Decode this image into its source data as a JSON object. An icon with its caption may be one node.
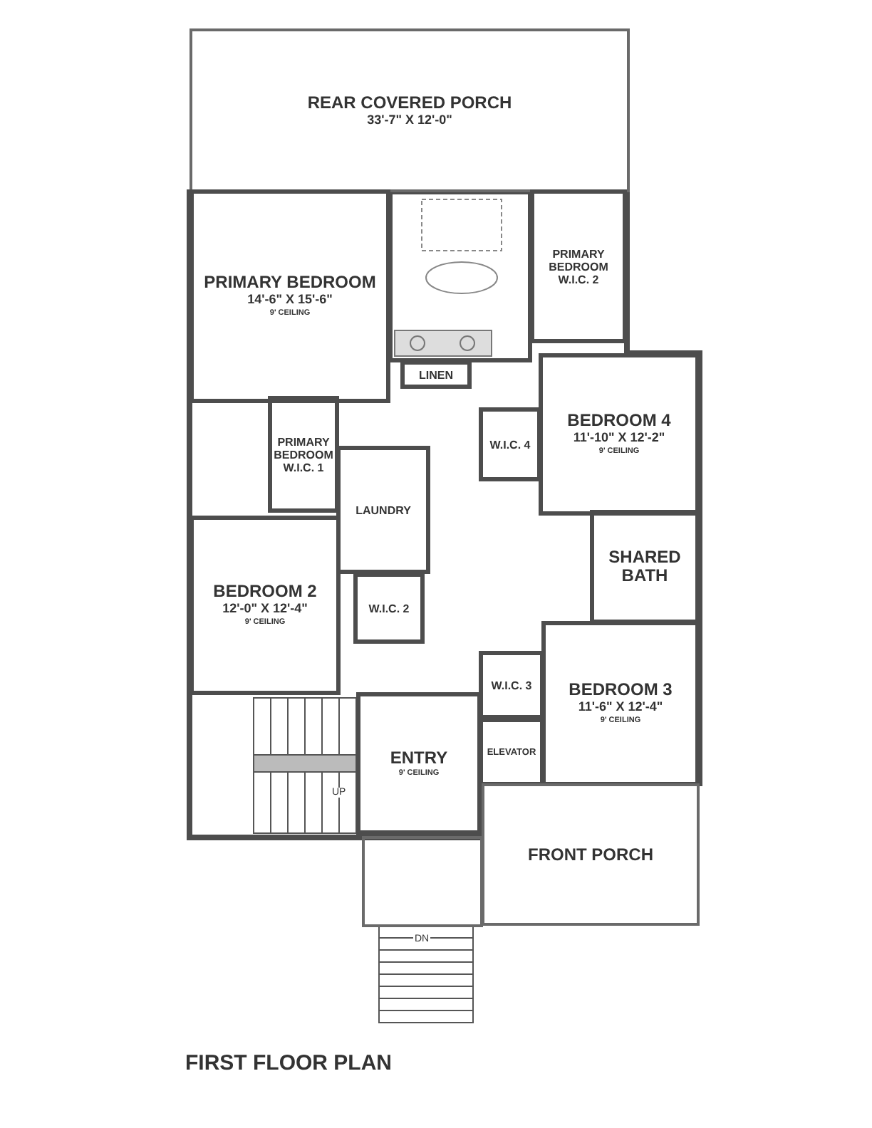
{
  "diagram": {
    "title": "FIRST FLOOR PLAN",
    "nodes": [
      {
        "text": [
          "REAR COVERED PORCH",
          "33'-7\" X 12'-0\""
        ]
      },
      {
        "text": [
          "PRIMARY BEDROOM",
          "14'-6\" X 15'-6\"",
          "9' CEILING"
        ]
      },
      {
        "text": [
          "PRIMARY BEDROOM W.I.C. 2"
        ]
      },
      {
        "text": [
          "LINEN"
        ]
      },
      {
        "text": [
          "BEDROOM 4",
          "11'-10\" X 12'-2\"",
          "9' CEILING"
        ]
      },
      {
        "text": [
          "PRIMARY BEDROOM W.I.C. 1"
        ]
      },
      {
        "text": [
          "W.I.C. 4"
        ]
      },
      {
        "text": [
          "LAUNDRY"
        ]
      },
      {
        "text": [
          "SHARED BATH"
        ]
      },
      {
        "text": [
          "BEDROOM 2",
          "12'-0\" X 12'-4\"",
          "9' CEILING"
        ]
      },
      {
        "text": [
          "W.I.C. 2"
        ]
      },
      {
        "text": [
          "W.I.C. 3"
        ]
      },
      {
        "text": [
          "BEDROOM 3",
          "11'-6\" X 12'-4\"",
          "9' CEILING"
        ]
      },
      {
        "text": [
          "ENTRY",
          "9' CEILING"
        ]
      },
      {
        "text": [
          "ELEVATOR"
        ]
      },
      {
        "text": [
          "FRONT PORCH"
        ]
      }
    ],
    "labels": [
      "UP",
      "DN"
    ]
  }
}
